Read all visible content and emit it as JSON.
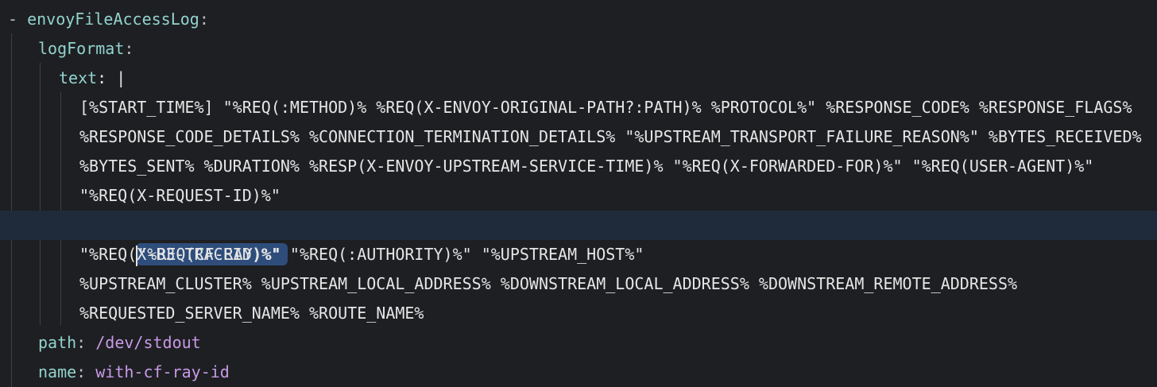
{
  "yaml": {
    "dash": "- ",
    "entry_key": "envoyFileAccessLog",
    "colon": ":",
    "logformat_key": "logFormat",
    "text_key": "text",
    "text_indicator": ": |",
    "text_lines": [
      "[%START_TIME%] \"%REQ(:METHOD)% %REQ(X-ENVOY-ORIGINAL-PATH?:PATH)% %PROTOCOL%\" %RESPONSE_CODE% %RESPONSE_FLAGS%",
      "%RESPONSE_CODE_DETAILS% %CONNECTION_TERMINATION_DETAILS% \"%UPSTREAM_TRANSPORT_FAILURE_REASON%\" %BYTES_RECEIVED%",
      "%BYTES_SENT% %DURATION% %RESP(X-ENVOY-UPSTREAM-SERVICE-TIME)% \"%REQ(X-FORWARDED-FOR)%\" \"%REQ(USER-AGENT)%\"",
      "\"%REQ(X-REQUEST-ID)%\""
    ],
    "selected_line": "\"%REQ(CF-RAY)%\"",
    "text_lines_after": [
      "\"%REQ(X-B3-TRACEID)%\" \"%REQ(:AUTHORITY)%\" \"%UPSTREAM_HOST%\"",
      "%UPSTREAM_CLUSTER% %UPSTREAM_LOCAL_ADDRESS% %DOWNSTREAM_LOCAL_ADDRESS% %DOWNSTREAM_REMOTE_ADDRESS%",
      "%REQUESTED_SERVER_NAME% %ROUTE_NAME%"
    ],
    "path_key": "path",
    "path_value": "/dev/stdout",
    "name_key": "name",
    "name_value": "with-cf-ray-id"
  }
}
